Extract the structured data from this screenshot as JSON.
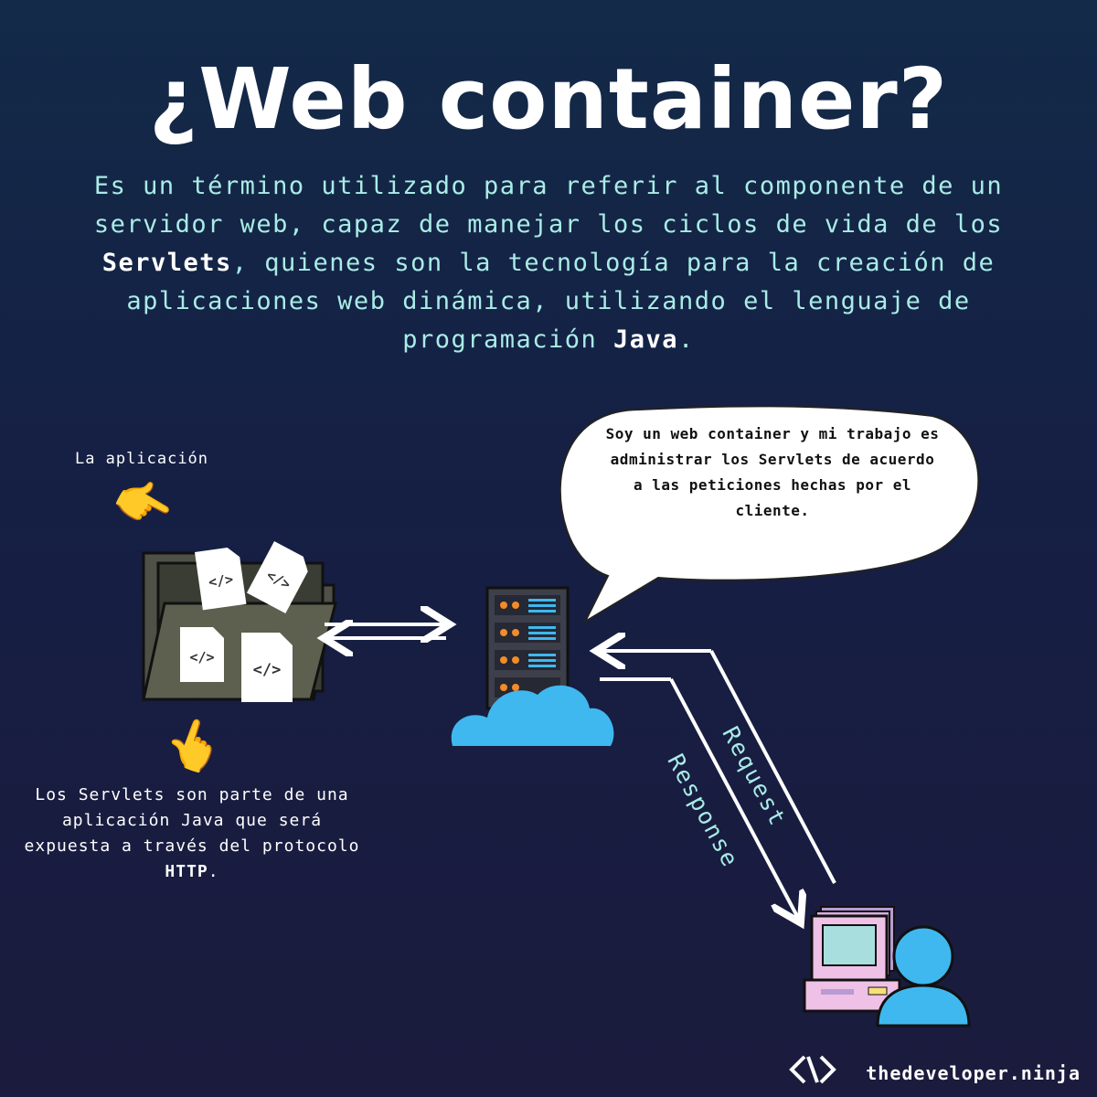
{
  "title": "¿Web container?",
  "intro": {
    "part1": "Es un término utilizado para referir al componente de un servidor web, capaz de manejar los ciclos de vida de los ",
    "servlets": "Servlets",
    "part2": ", quienes son la tecnología para la creación de aplicaciones web dinámica, utilizando el lenguaje de programación ",
    "java": "Java",
    "part3": "."
  },
  "app_label": "La aplicación",
  "servlets_note": {
    "text": "Los Servlets son parte de una aplicación Java que será expuesta a través del protocolo ",
    "http": "HTTP",
    "end": "."
  },
  "bubble": "Soy un web container y mi trabajo es administrar los Servlets de acuerdo a las peticiones hechas por el cliente.",
  "request_label": "Request",
  "response_label": "Response",
  "file_icon_glyph": "</>",
  "footer": {
    "logo": "</>",
    "brand": "thedeveloper.ninja"
  },
  "icons": {
    "pointer_down_right": "👉",
    "pointer_up": "👆"
  },
  "colors": {
    "accent": "#a9ece6",
    "cloud": "#3fb8ef",
    "folder": "#5d5f4f",
    "monitor": "#a8dede",
    "computer": "#efc1e6"
  }
}
